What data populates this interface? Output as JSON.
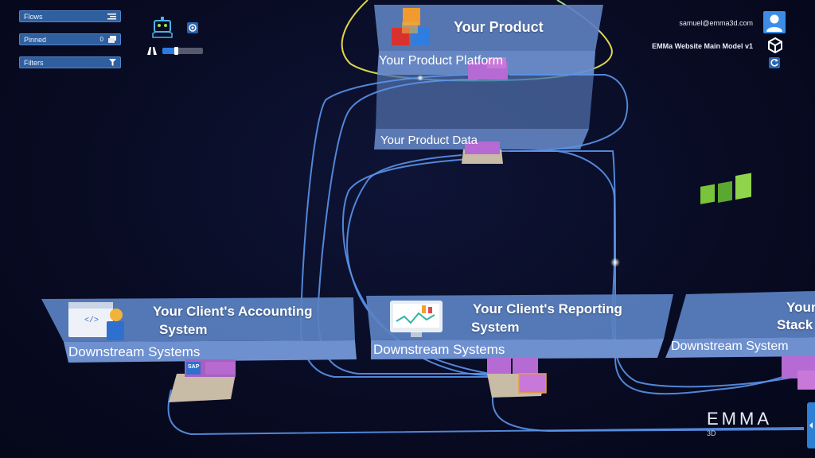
{
  "panel": {
    "flows_label": "Flows",
    "pinned_label": "Pinned",
    "pinned_count": "0",
    "filters_label": "Filters"
  },
  "toolbar": {
    "speed_value": 0.3,
    "speed_icon": "road-icon",
    "robot_icon": "robot-icon",
    "settings_icon": "gear-icon"
  },
  "user": {
    "email": "samuel@emma3d.com",
    "model_name": "EMMa Website Main Model v1"
  },
  "product": {
    "title": "Your Product",
    "platform_label": "Your Product Platform",
    "data_label": "Your Product Data"
  },
  "systems": [
    {
      "title_line1": "Your Client's Accounting",
      "title_line2": "System",
      "group": "Downstream Systems"
    },
    {
      "title_line1": "Your Client's Reporting",
      "title_line2": "System",
      "group": "Downstream Systems"
    },
    {
      "title_line1": "Your",
      "title_line2": "Stack",
      "group": "Downstream System"
    }
  ],
  "badges": {
    "sap": "SAP"
  },
  "logo": {
    "text": "EMMA",
    "sup": "3D"
  },
  "colors": {
    "background": "#080b22",
    "card": "#5b82c2",
    "flow_line": "#5b93ea",
    "accent": "#2d7be0"
  }
}
